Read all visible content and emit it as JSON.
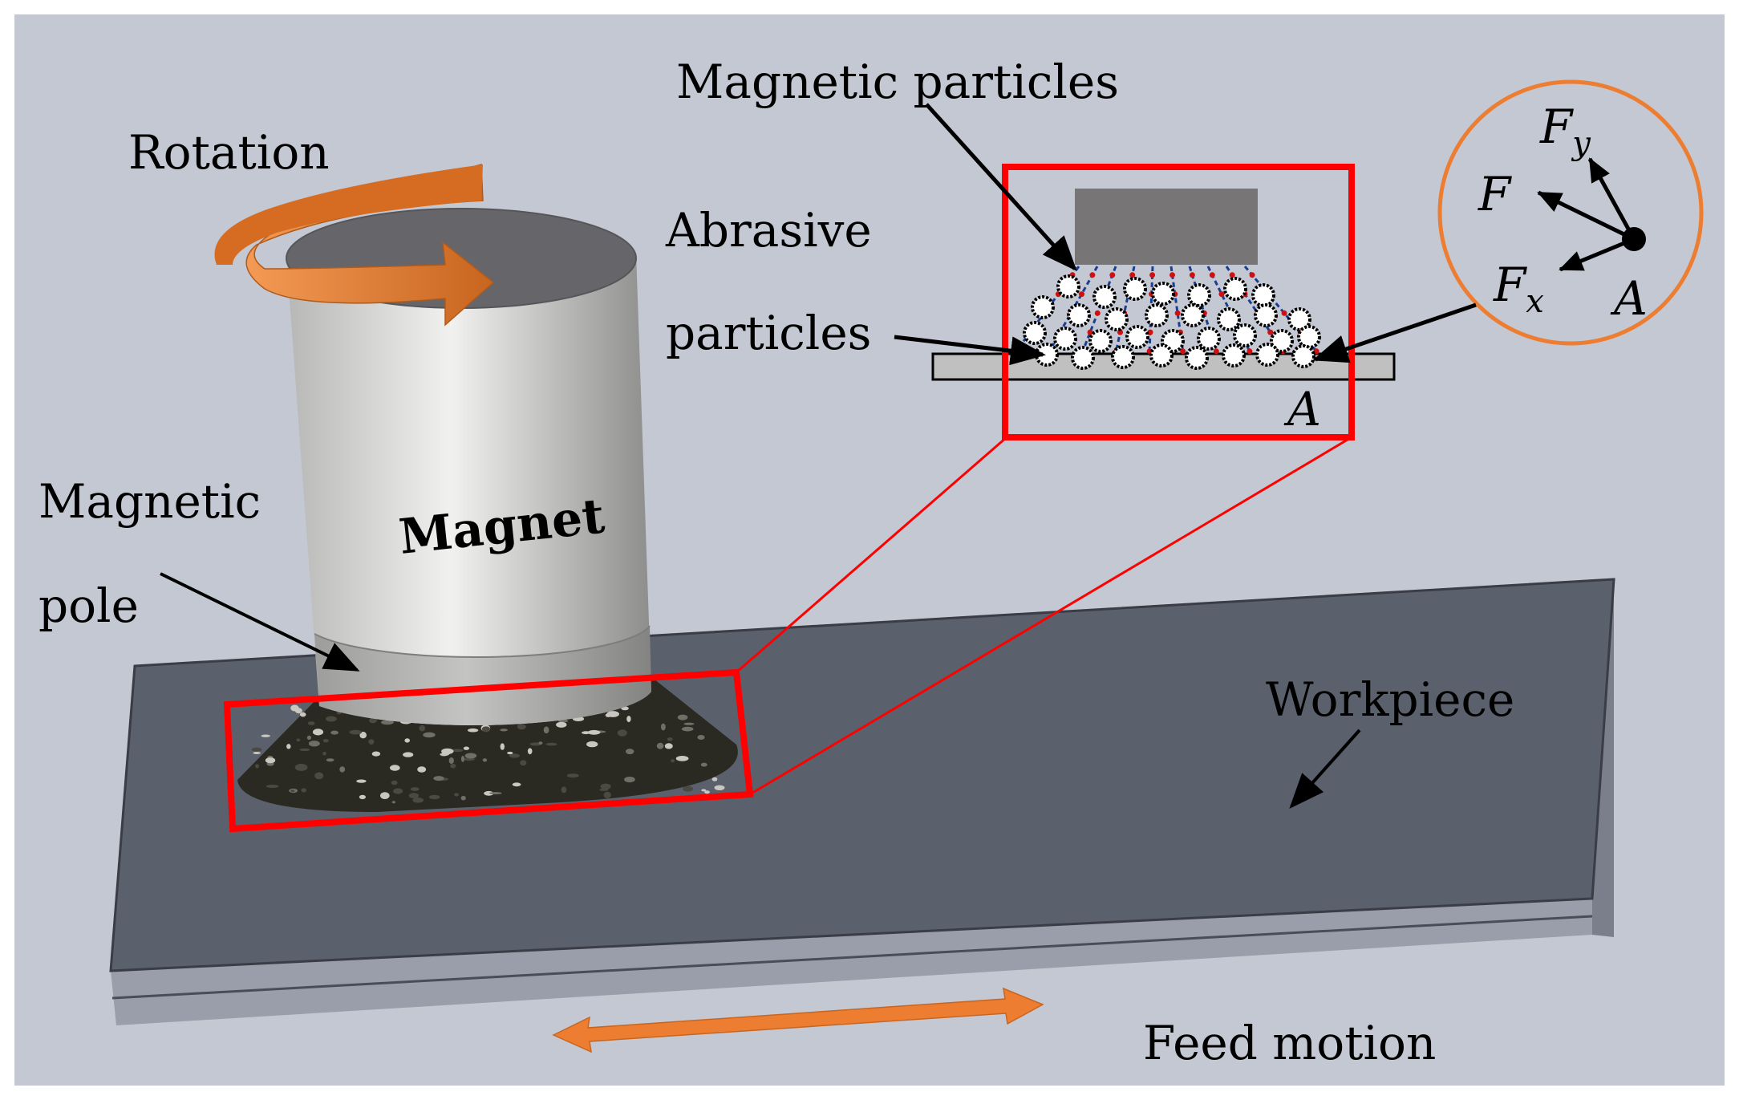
{
  "labels": {
    "rotation": "Rotation",
    "magnet": "Magnet",
    "magnetic_pole_line1": "Magnetic",
    "magnetic_pole_line2": "pole",
    "magnetic_particles": "Magnetic particles",
    "abrasive_line1": "Abrasive",
    "abrasive_line2": "particles",
    "workpiece": "Workpiece",
    "feed_motion": "Feed motion",
    "point_a_inset": "A",
    "point_a_circle": "A"
  },
  "forces": {
    "f": "F",
    "fy_main": "F",
    "fy_sub": "y",
    "fx_main": "F",
    "fx_sub": "x"
  },
  "colors": {
    "background": "#c3c8d3",
    "workpiece_top": "#5b606d",
    "workpiece_side": "#9a9eaa",
    "magnet_body": "#c8c8c6",
    "magnet_top": "#66666a",
    "pole_band": "#a9a9a7",
    "brush": "#2a2a22",
    "highlight_box": "#ff0000",
    "arrow_orange": "#ed7d31",
    "circle_outline": "#ed7d31",
    "inset_block": "#777575",
    "inset_plate": "#c0c0c0"
  }
}
